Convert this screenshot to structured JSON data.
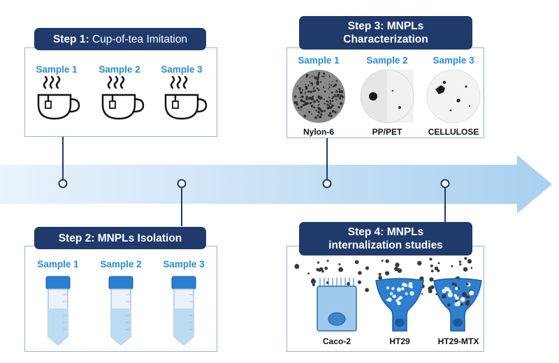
{
  "step1": {
    "title_bold": "Step 1:",
    "title_rest": "Cup-of-tea Imitation",
    "samples": [
      "Sample 1",
      "Sample 2",
      "Sample 3"
    ]
  },
  "step2": {
    "title": "Step 2: MNPLs Isolation",
    "samples": [
      "Sample 1",
      "Sample 2",
      "Sample 3"
    ]
  },
  "step3": {
    "title_line1": "Step 3: MNPLs",
    "title_line2": "Characterization",
    "samples": [
      "Sample 1",
      "Sample 2",
      "Sample 3"
    ],
    "materials": [
      "Nylon-6",
      "PP/PET",
      "CELLULOSE"
    ]
  },
  "step4": {
    "title_line1": "Step 4: MNPLs",
    "title_line2": "internalization studies",
    "cells": [
      "Caco-2",
      "HT29",
      "HT29-MTX"
    ]
  },
  "colors": {
    "header": "#1f3a6b",
    "accent": "#2a8bd6",
    "border": "#8fb4d8",
    "arrow": "#bcd9f2"
  }
}
